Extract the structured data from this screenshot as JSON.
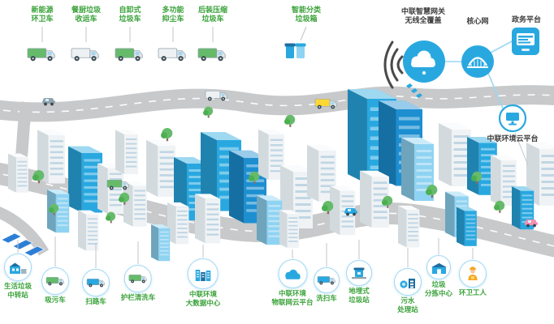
{
  "colors": {
    "accent_blue": "#29a8e0",
    "label_green": "#3aa23a",
    "label_dark": "#3c3c3c",
    "road_gray": "#c7c9cb"
  },
  "top_labels": {
    "items": [
      {
        "line1": "新能源",
        "line2": "环卫车"
      },
      {
        "line1": "餐厨垃圾",
        "line2": "收运车"
      },
      {
        "line1": "自卸式",
        "line2": "垃圾车"
      },
      {
        "line1": "多功能",
        "line2": "抑尘车"
      },
      {
        "line1": "后装压缩",
        "line2": "垃圾车"
      },
      {
        "line1": "智能分类",
        "line2": "垃圾箱"
      }
    ]
  },
  "network": {
    "gateway_line1": "中联智慧网关",
    "gateway_line2": "无线全覆盖",
    "core_label": "核心网",
    "gov_label": "政务平台",
    "cloud_platform_label": "中联环境云平台"
  },
  "bottom_callouts": {
    "items": [
      {
        "line1": "生活垃圾",
        "line2": "中转站"
      },
      {
        "line1": "吸污车",
        "line2": ""
      },
      {
        "line1": "扫路车",
        "line2": ""
      },
      {
        "line1": "护栏清洗车",
        "line2": ""
      },
      {
        "line1": "中联环境",
        "line2": "大数据中心"
      },
      {
        "line1": "中联环境",
        "line2": "物联网云平台"
      },
      {
        "line1": "洗扫车",
        "line2": ""
      },
      {
        "line1": "地埋式",
        "line2": "垃圾站"
      },
      {
        "line1": "污水",
        "line2": "处理站"
      },
      {
        "line1": "垃圾",
        "line2": "分拣中心"
      },
      {
        "line1": "环卫工人",
        "line2": ""
      }
    ]
  }
}
